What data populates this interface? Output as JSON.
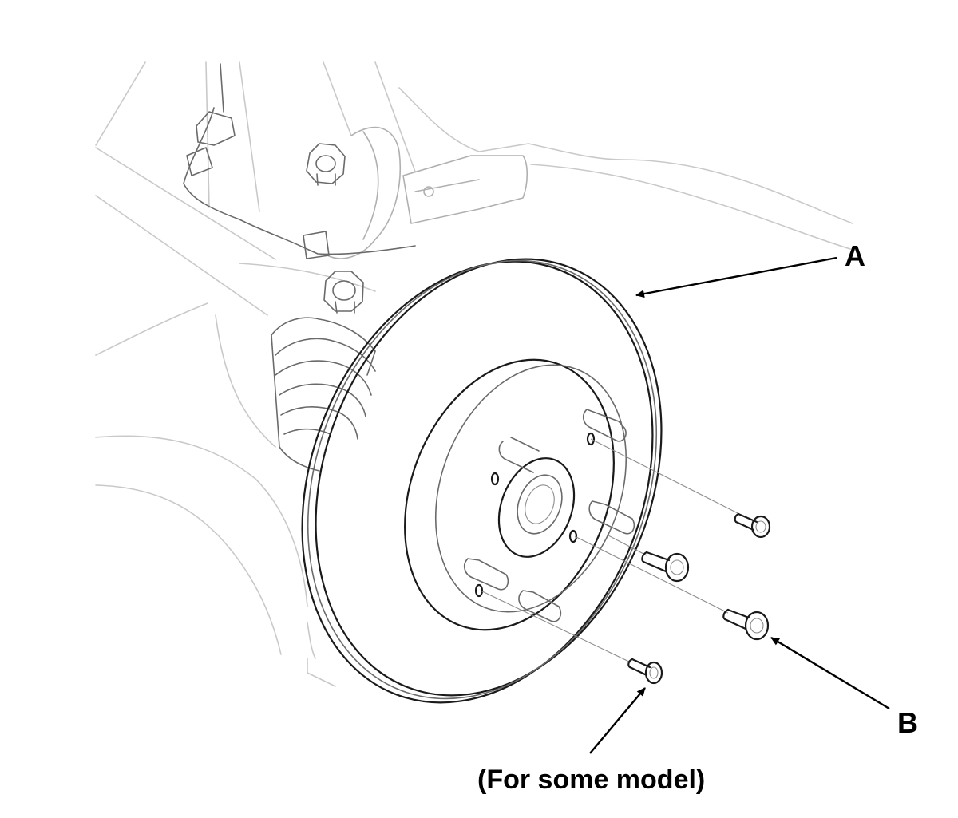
{
  "diagram": {
    "callouts": {
      "a": "A",
      "b": "B",
      "note": "(For some model)"
    }
  }
}
